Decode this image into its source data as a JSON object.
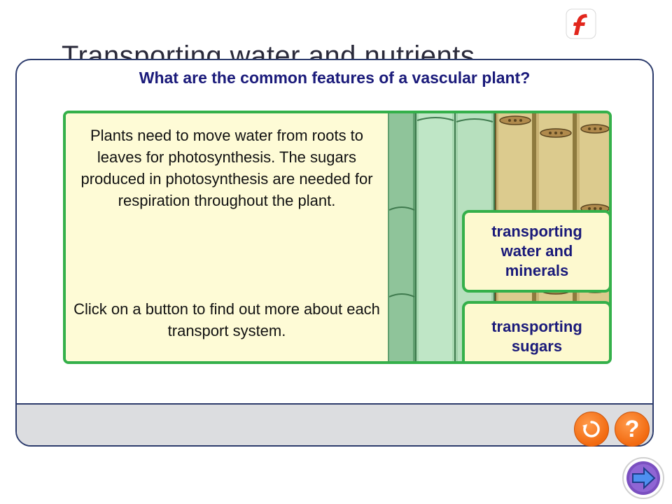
{
  "slide": {
    "title": "Transporting water and nutrients"
  },
  "panel": {
    "question": "What are the common features of a vascular plant?",
    "paragraph1": "Plants need to move water from roots to leaves for photosynthesis. The sugars produced in photosynthesis are needed for respiration throughout the plant.",
    "paragraph2": "Click on a button to find out more about each transport system."
  },
  "buttons": {
    "water": "transporting water and minerals",
    "sugars": "transporting sugars"
  },
  "controls": {
    "help_label": "?",
    "replay_icon": "replay-icon",
    "next_icon": "next-arrow-icon",
    "logo_icon": "flash-logo-icon"
  },
  "colors": {
    "accent_green": "#34b04a",
    "heading_blue": "#1a1a7a",
    "button_orange": "#f26a10",
    "panel_border": "#2c3b6c"
  }
}
